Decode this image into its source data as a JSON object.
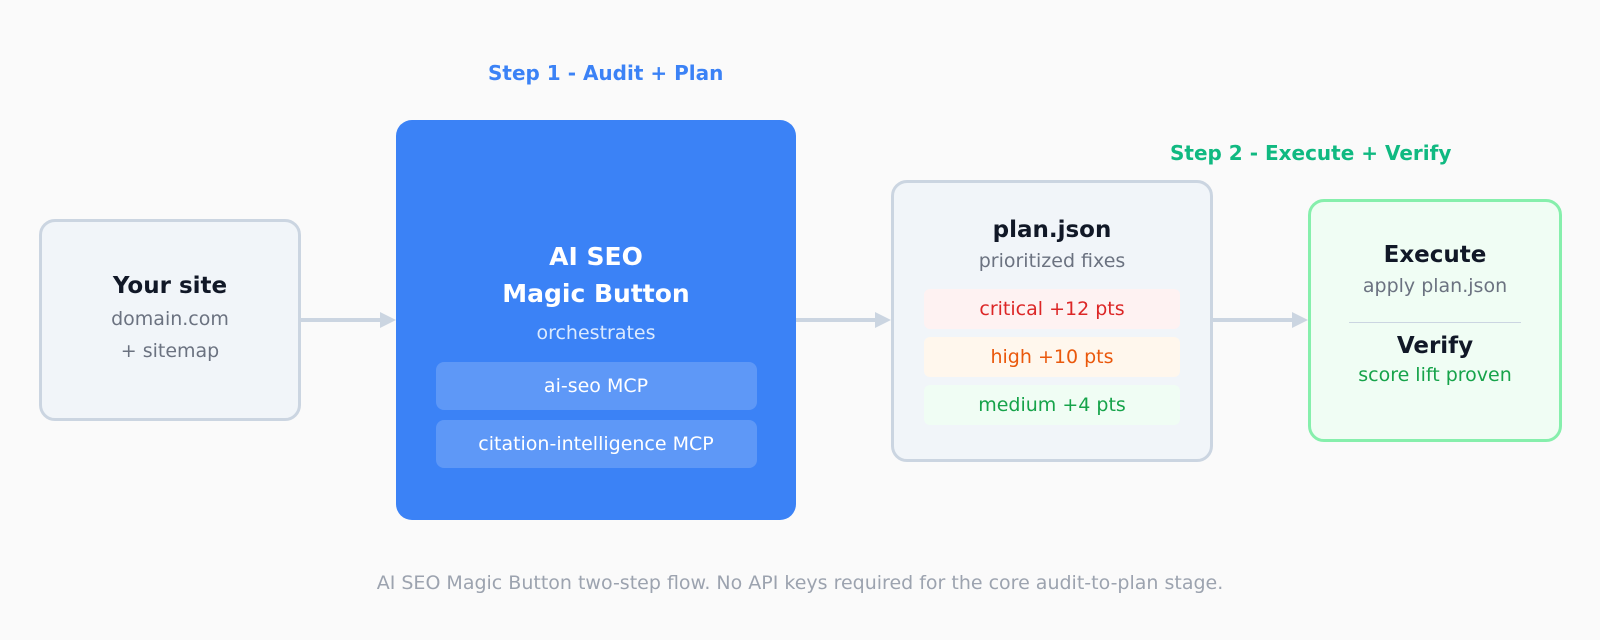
{
  "step1": {
    "label": "Step 1 - Audit + Plan"
  },
  "step2": {
    "label": "Step 2 - Execute + Verify"
  },
  "site": {
    "title": "Your site",
    "line1": "domain.com",
    "line2": "+ sitemap"
  },
  "magic": {
    "title_line1": "AI SEO",
    "title_line2": "Magic Button",
    "subtitle": "orchestrates",
    "mcps": [
      "ai-seo MCP",
      "citation-intelligence MCP"
    ]
  },
  "plan": {
    "title": "plan.json",
    "subtitle": "prioritized fixes",
    "fixes": [
      "critical +12 pts",
      "high +10 pts",
      "medium +4 pts"
    ]
  },
  "execute": {
    "title": "Execute",
    "subtitle": "apply plan.json",
    "verify_title": "Verify",
    "verify_subtitle": "score lift proven"
  },
  "caption": "AI SEO Magic Button two-step flow. No API keys required for the core audit-to-plan stage.",
  "colors": {
    "blue": "#3b82f6",
    "green": "#10b981",
    "arrow": "#cbd5e1"
  }
}
